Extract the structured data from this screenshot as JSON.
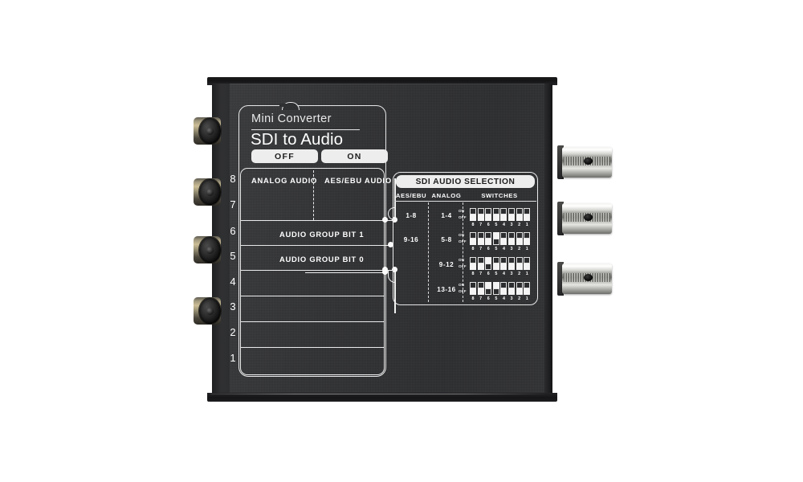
{
  "device": {
    "brand_line": "Mini Converter",
    "model": "SDI to Audio",
    "toggle_off": "OFF",
    "toggle_on": "ON"
  },
  "front_panel": {
    "rows": [
      {
        "left": "ANALOG AUDIO",
        "right": "AES/EBU AUDIO"
      },
      {
        "left": "AUDIO GROUP BIT 1",
        "right": ""
      },
      {
        "left": "AUDIO GROUP BIT 0",
        "right": ""
      }
    ],
    "channel_numbers": [
      "8",
      "7",
      "6",
      "5",
      "4",
      "3",
      "2",
      "1"
    ]
  },
  "sdi_table": {
    "title": "SDI AUDIO SELECTION",
    "columns": [
      "AES/EBU",
      "ANALOG",
      "SWITCHES"
    ],
    "switch_numbers": [
      "8",
      "7",
      "6",
      "5",
      "4",
      "3",
      "2",
      "1"
    ],
    "on_label": "ON",
    "off_label": "OFF",
    "rows": [
      {
        "aes_ebu": "1-8",
        "analog": "1-4",
        "states": [
          "off",
          "off",
          "off",
          "off",
          "off",
          "off",
          "off",
          "off"
        ]
      },
      {
        "aes_ebu": "9-16",
        "analog": "5-8",
        "states": [
          "off",
          "off",
          "off",
          "on",
          "off",
          "off",
          "off",
          "off"
        ]
      },
      {
        "aes_ebu": "",
        "analog": "9-12",
        "states": [
          "off",
          "off",
          "on",
          "off",
          "off",
          "off",
          "off",
          "off"
        ]
      },
      {
        "aes_ebu": "",
        "analog": "13-16",
        "states": [
          "off",
          "off",
          "on",
          "on",
          "off",
          "off",
          "off",
          "off"
        ]
      }
    ]
  },
  "connectors": {
    "analog_outputs_count": 4,
    "bnc_count": 3
  },
  "colors": {
    "chassis": "#2f3032",
    "silkscreen": "#e9e9e9",
    "pill_fill": "#ededed",
    "background": "#ffffff"
  }
}
